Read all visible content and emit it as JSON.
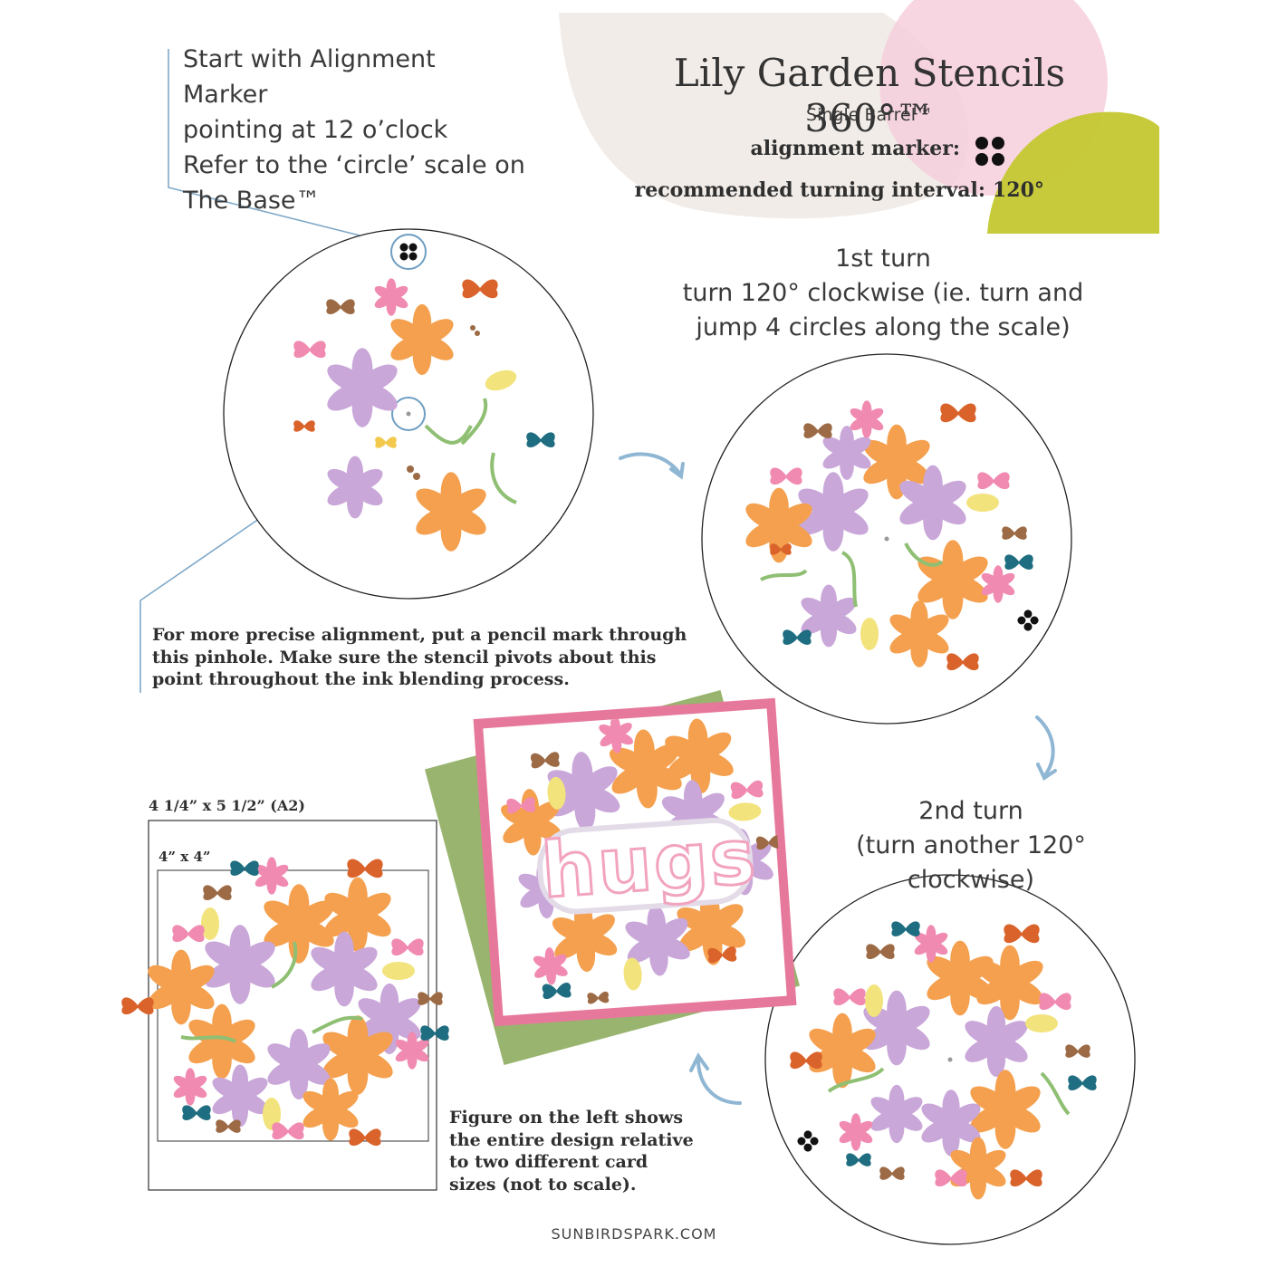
{
  "header": {
    "title": "Lily Garden Stencils 360°™",
    "subtitle": "Single Barrel™",
    "alignment_label": "alignment marker:",
    "interval_label": "recommended turning interval:",
    "interval_value": "120°"
  },
  "intro": {
    "lines": [
      "Start with Alignment Marker",
      "pointing at 12 o’clock",
      "Refer to the ‘circle’ scale on",
      "The Base™"
    ]
  },
  "turn1": {
    "lines": [
      "1st turn",
      "turn 120° clockwise  (ie. turn and",
      "jump 4 circles along the scale)"
    ]
  },
  "turn2": {
    "lines": [
      "2nd turn",
      "(turn another 120° clockwise)"
    ]
  },
  "pinhole_note": {
    "lines": [
      "For more precise alignment, put a pencil mark through",
      "this pinhole.   Make sure the stencil pivots about this",
      "point throughout the ink blending process."
    ]
  },
  "card_sizes": {
    "outer_label": "4 1/4” x 5 1/2” (A2)",
    "inner_label": "4” x 4”"
  },
  "figure_note": {
    "lines": [
      "Figure on the left shows",
      "the entire design relative",
      "to two different card",
      "sizes (not to scale)."
    ]
  },
  "sample_card": {
    "word": "hugs"
  },
  "footer": {
    "website": "SUNBIRDSPARK.COM"
  },
  "icons": {
    "alignment_marker": "four-dot-marker-icon",
    "arrow": "curved-arrow-icon",
    "flower": "lily-flower-icon",
    "butterfly": "butterfly-icon"
  },
  "colors": {
    "lavender": "#c9a7d9",
    "orange": "#f4a04e",
    "pink": "#f08ab0",
    "yellow": "#f2e37c",
    "green": "#8fbf73",
    "teal": "#1f6d80",
    "rust": "#d9632b",
    "brown": "#9c6a45",
    "blob_beige": "#f1ece8",
    "blob_pink": "#f6cfdc",
    "blob_olive": "#c4c830",
    "guide_blue": "#7fa9c9",
    "arrow_blue": "#8fb6d3",
    "card_pink": "#e6799b",
    "card_green": "#98b46e",
    "dot_pink": "#f2a3c0"
  }
}
